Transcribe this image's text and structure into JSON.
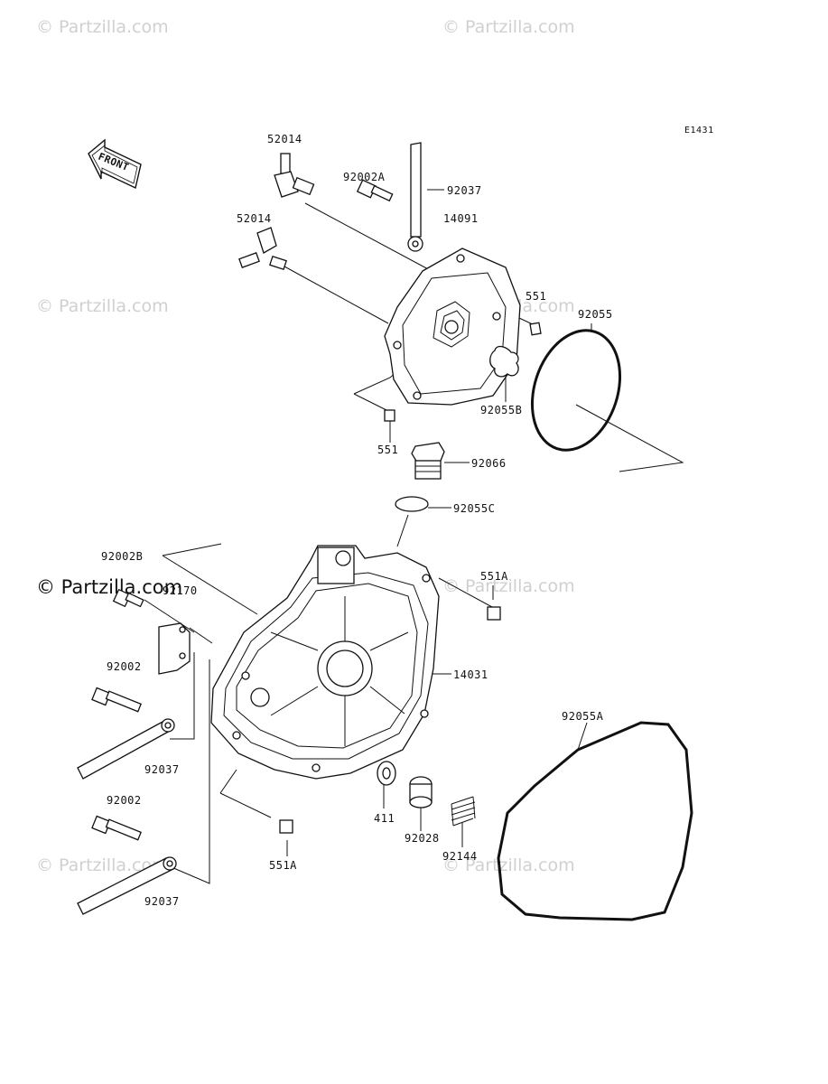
{
  "watermarks": {
    "light": "© Partzilla.com",
    "dark": "© Partzilla.com"
  },
  "diagram_code": "E1431",
  "front_label": "FRONT",
  "parts": {
    "p52014_top": "52014",
    "p52014_mid": "52014",
    "p92002A": "92002A",
    "p92037_top": "92037",
    "p14091": "14091",
    "p551_right": "551",
    "p92055": "92055",
    "p92055B": "92055B",
    "p551_left": "551",
    "p92066": "92066",
    "p92055C": "92055C",
    "p92002B": "92002B",
    "p92170": "92170",
    "p551A_top": "551A",
    "p92002_a": "92002",
    "p14031": "14031",
    "p92055A": "92055A",
    "p92037_mid": "92037",
    "p411": "411",
    "p92028": "92028",
    "p92002_b": "92002",
    "p92144": "92144",
    "p551A_bottom": "551A",
    "p92037_bottom": "92037"
  },
  "colors": {
    "ink": "#111111",
    "watermark": "#d0d0d0",
    "background": "#ffffff"
  }
}
